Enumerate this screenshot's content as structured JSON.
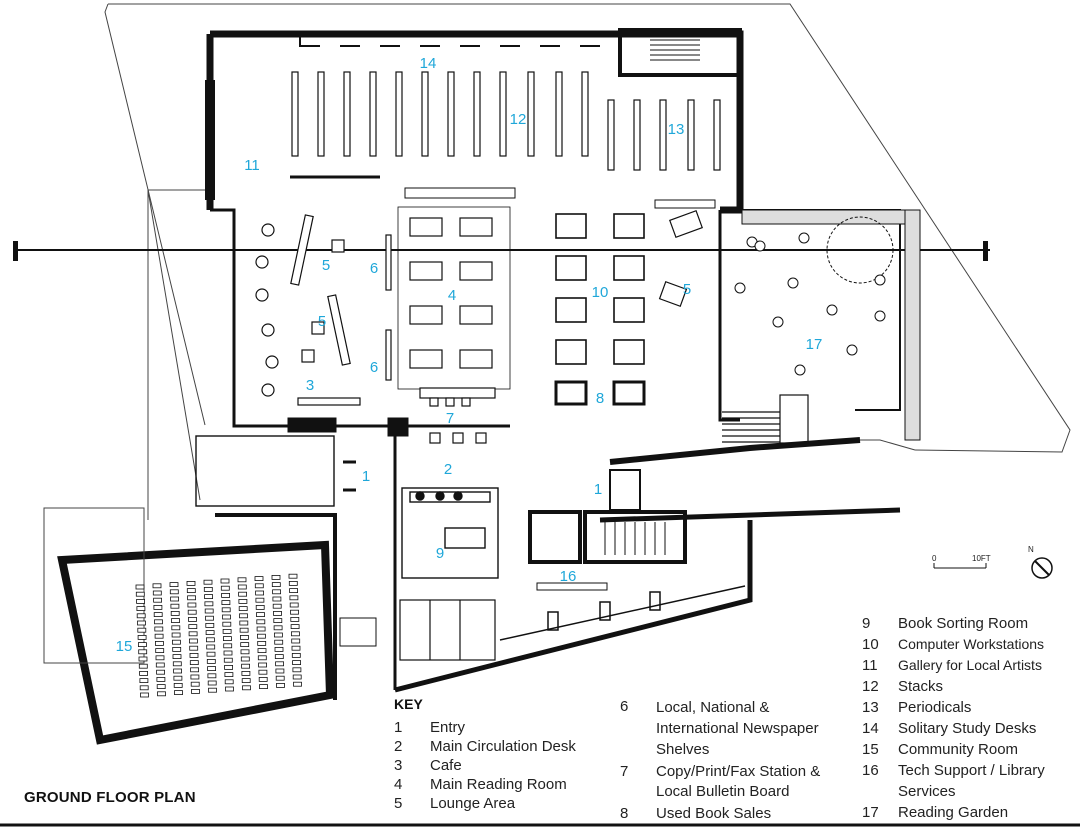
{
  "title": "GROUND FLOOR PLAN",
  "key_title": "KEY",
  "scale_label_zero": "0",
  "scale_label_ten": "10FT",
  "north_label": "N",
  "key": [
    {
      "num": "1",
      "text": "Entry"
    },
    {
      "num": "2",
      "text": "Main Circulation Desk"
    },
    {
      "num": "3",
      "text": "Cafe"
    },
    {
      "num": "4",
      "text": "Main Reading Room"
    },
    {
      "num": "5",
      "text": "Lounge Area"
    },
    {
      "num": "6",
      "text": "Local, National & International Newspaper Shelves"
    },
    {
      "num": "7",
      "text": "Copy/Print/Fax Station & Local Bulletin Board"
    },
    {
      "num": "8",
      "text": "Used Book Sales"
    },
    {
      "num": "9",
      "text": "Book Sorting Room"
    },
    {
      "num": "10",
      "text": "Computer Workstations"
    },
    {
      "num": "11",
      "text": "Gallery for Local Artists"
    },
    {
      "num": "12",
      "text": "Stacks"
    },
    {
      "num": "13",
      "text": "Periodicals"
    },
    {
      "num": "14",
      "text": "Solitary Study Desks"
    },
    {
      "num": "15",
      "text": "Community Room"
    },
    {
      "num": "16",
      "text": "Tech Support / Library Services"
    },
    {
      "num": "17",
      "text": "Reading Garden"
    }
  ],
  "plan_labels": [
    "14",
    "12",
    "13",
    "11",
    "5",
    "6",
    "4",
    "10",
    "5",
    "5",
    "6",
    "3",
    "7",
    "8",
    "17",
    "1",
    "2",
    "1",
    "9",
    "16",
    "15"
  ],
  "colors": {
    "label": "#1fa7d9",
    "wall": "#111111",
    "line": "#333333"
  }
}
